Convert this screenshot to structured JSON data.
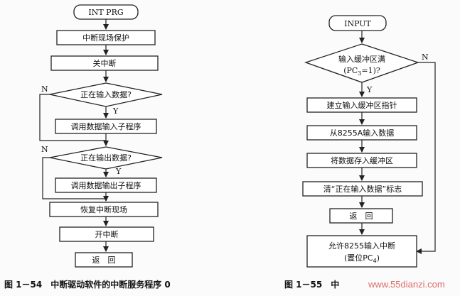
{
  "left_flowchart": {
    "start": "INT PRG",
    "save_context": "中断现场保护",
    "disable_interrupts": "关中断",
    "decision_inputting": "正在输入数据?",
    "call_input_subroutine": "调用数据输入子程序",
    "decision_outputting": "正在输出数据?",
    "call_output_subroutine": "调用数据输出子程序",
    "restore_context": "恢复中断现场",
    "enable_interrupts": "开中断",
    "return": "返　回",
    "yes_label_1": "Y",
    "no_label_1": "N",
    "yes_label_2": "Y",
    "no_label_2": "N",
    "caption": "图 1－54　中断驱动软件的中断服务程序 0"
  },
  "right_flowchart": {
    "start": "INPUT",
    "decision_line1": "输入缓冲区满",
    "decision_line2_main": "(PC",
    "decision_line2_sub": "3",
    "decision_line2_tail": "=1)?",
    "yes_label": "Y",
    "no_label": "N",
    "set_pointer": "建立输入缓冲区指针",
    "read_data": "从8255A输入数据",
    "store_data": "将数据存入缓冲区",
    "clear_flag": "清“正在输入数据”标志",
    "return": "返　回",
    "enable_line1": "允许8255输入中断",
    "enable_line2_main": "(置位PC",
    "enable_line2_sub": "4",
    "enable_line2_tail": ")",
    "caption_prefix": "图 1－55　中"
  },
  "watermark": "www.55dianzi.com"
}
